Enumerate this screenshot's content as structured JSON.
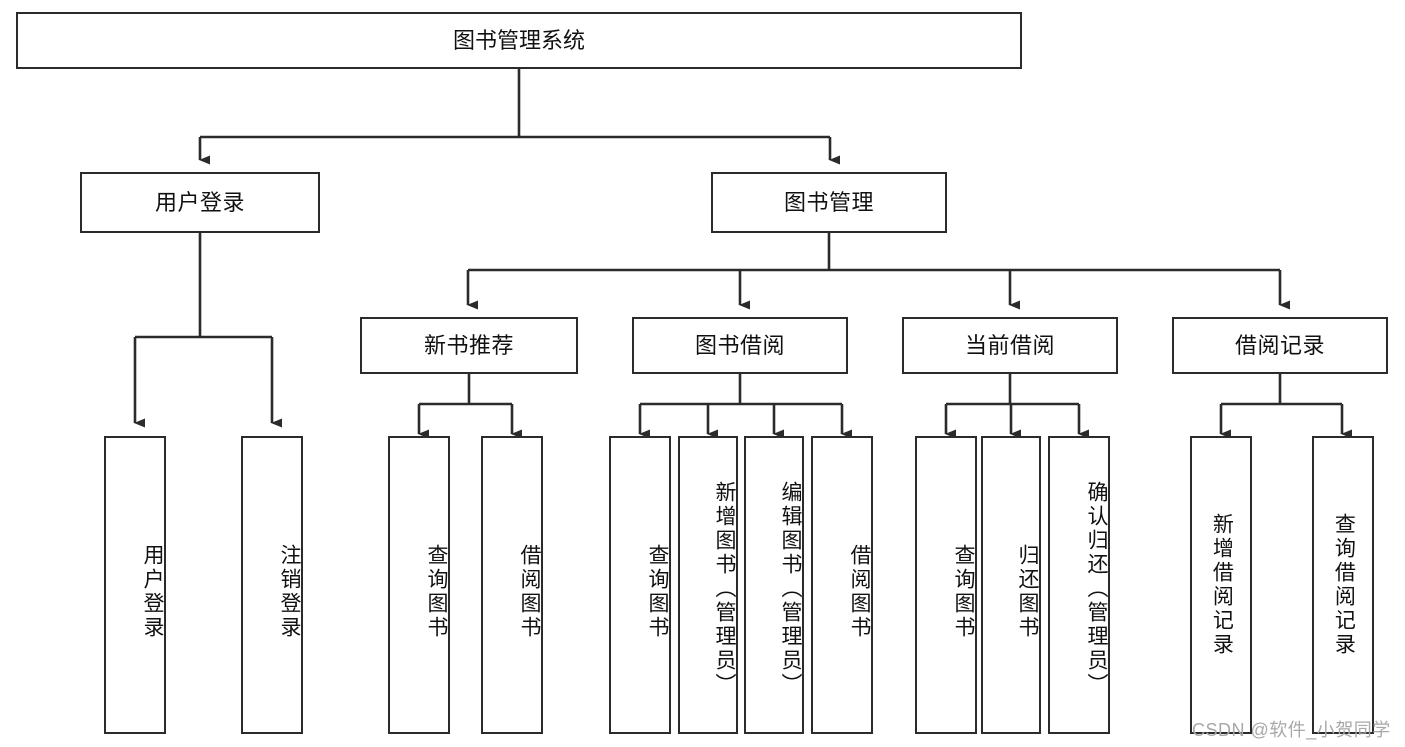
{
  "diagram": {
    "type": "hierarchy-tree",
    "title": "图书管理系统",
    "root": {
      "label": "图书管理系统"
    },
    "level1": [
      {
        "label": "用户登录"
      },
      {
        "label": "图书管理"
      }
    ],
    "level2": [
      {
        "label": "新书推荐"
      },
      {
        "label": "图书借阅"
      },
      {
        "label": "当前借阅"
      },
      {
        "label": "借阅记录"
      }
    ],
    "leaves": {
      "user_login": [
        {
          "label": "用户登录"
        },
        {
          "label": "注销登录"
        }
      ],
      "new_book_recommend": [
        {
          "label": "查询图书"
        },
        {
          "label": "借阅图书"
        }
      ],
      "book_borrow": [
        {
          "label": "查询图书"
        },
        {
          "label": "新增图书（管理员）"
        },
        {
          "label": "编辑图书（管理员）"
        },
        {
          "label": "借阅图书"
        }
      ],
      "current_borrow": [
        {
          "label": "查询图书"
        },
        {
          "label": "归还图书"
        },
        {
          "label": "确认归还（管理员）"
        }
      ],
      "borrow_record": [
        {
          "label": "新增借阅记录"
        },
        {
          "label": "查询借阅记录"
        }
      ]
    }
  },
  "watermark": {
    "text": "CSDN @软件_小贺同学"
  },
  "colors": {
    "border": "#2b2b2b",
    "background": "#ffffff",
    "text": "#111111",
    "watermark": "#a8a8a8"
  }
}
